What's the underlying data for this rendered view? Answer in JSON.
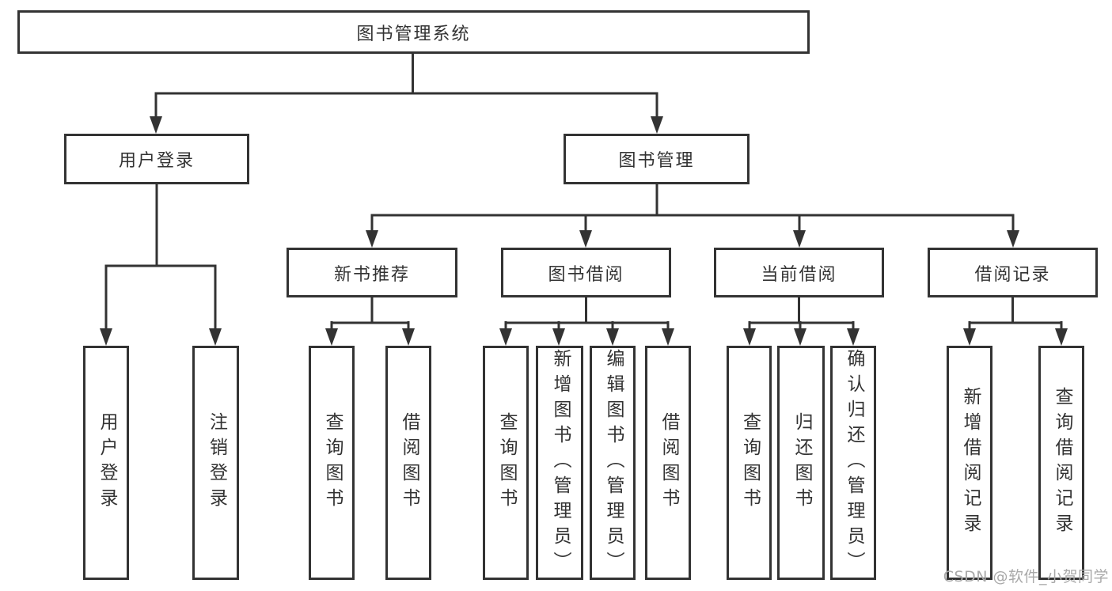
{
  "colors": {
    "line": "#333333",
    "box_border": "#333333",
    "text": "#333333",
    "background": "#ffffff",
    "watermark": "#a9a9a9"
  },
  "tree": {
    "root": {
      "label": "图书管理系统"
    },
    "branches": [
      {
        "label": "用户登录",
        "children": [
          {
            "label": "用户登录"
          },
          {
            "label": "注销登录"
          }
        ]
      },
      {
        "label": "图书管理",
        "children": [
          {
            "label": "新书推荐",
            "children": [
              {
                "label": "查询图书"
              },
              {
                "label": "借阅图书"
              }
            ]
          },
          {
            "label": "图书借阅",
            "children": [
              {
                "label": "查询图书"
              },
              {
                "label": "新增图书（管理员）"
              },
              {
                "label": "编辑图书（管理员）"
              },
              {
                "label": "借阅图书"
              }
            ]
          },
          {
            "label": "当前借阅",
            "children": [
              {
                "label": "查询图书"
              },
              {
                "label": "归还图书"
              },
              {
                "label": "确认归还（管理员）"
              }
            ]
          },
          {
            "label": "借阅记录",
            "children": [
              {
                "label": "新增借阅记录"
              },
              {
                "label": "查询借阅记录"
              }
            ]
          }
        ]
      }
    ]
  },
  "watermark": {
    "text": "CSDN @软件_小贺同学"
  }
}
